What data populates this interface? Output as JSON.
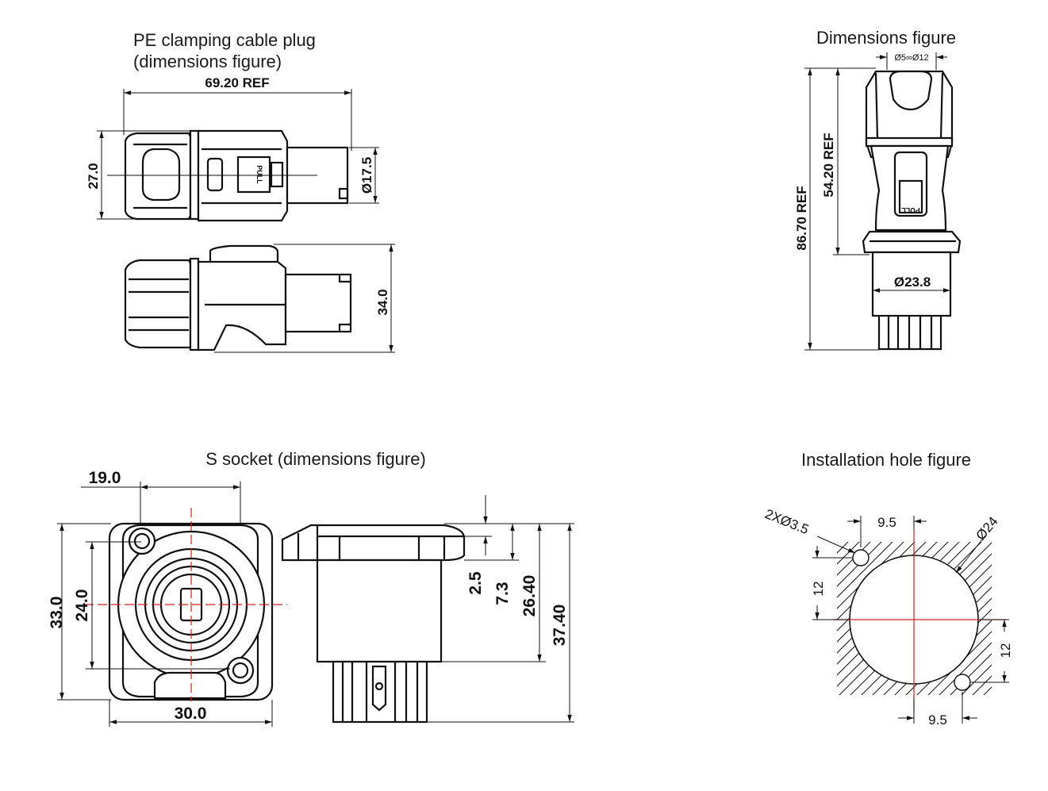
{
  "plug": {
    "title_line1": "PE clamping cable plug",
    "title_line2": "(dimensions figure)",
    "dim_length": "69.20 REF",
    "dim_height": "27.0",
    "dim_cable_diameter": "Ø17.5",
    "dim_side_height": "34.0",
    "label_pull": "PULL"
  },
  "side_view": {
    "title": "Dimensions figure",
    "dim_cable_range": "Ø5∞Ø12",
    "dim_upper": "54.20 REF",
    "dim_total": "86.70 REF",
    "dim_flange_diameter": "Ø23.8",
    "label_pull": "PULL"
  },
  "socket": {
    "title": "S socket (dimensions figure)",
    "dim_offset": "19.0",
    "dim_outer_height": "33.0",
    "dim_hole_spacing": "24.0",
    "dim_width": "30.0",
    "dim_flange": "2.5",
    "dim_step": "7.3",
    "dim_body": "26.40",
    "dim_total": "37.40"
  },
  "hole": {
    "title": "Installation hole figure",
    "dim_screw_holes": "2XØ3.5",
    "dim_main_hole": "Ø24",
    "dim_top_offset": "9.5",
    "dim_bottom_offset": "9.5",
    "dim_left_offset": "12",
    "dim_right_offset": "12"
  }
}
